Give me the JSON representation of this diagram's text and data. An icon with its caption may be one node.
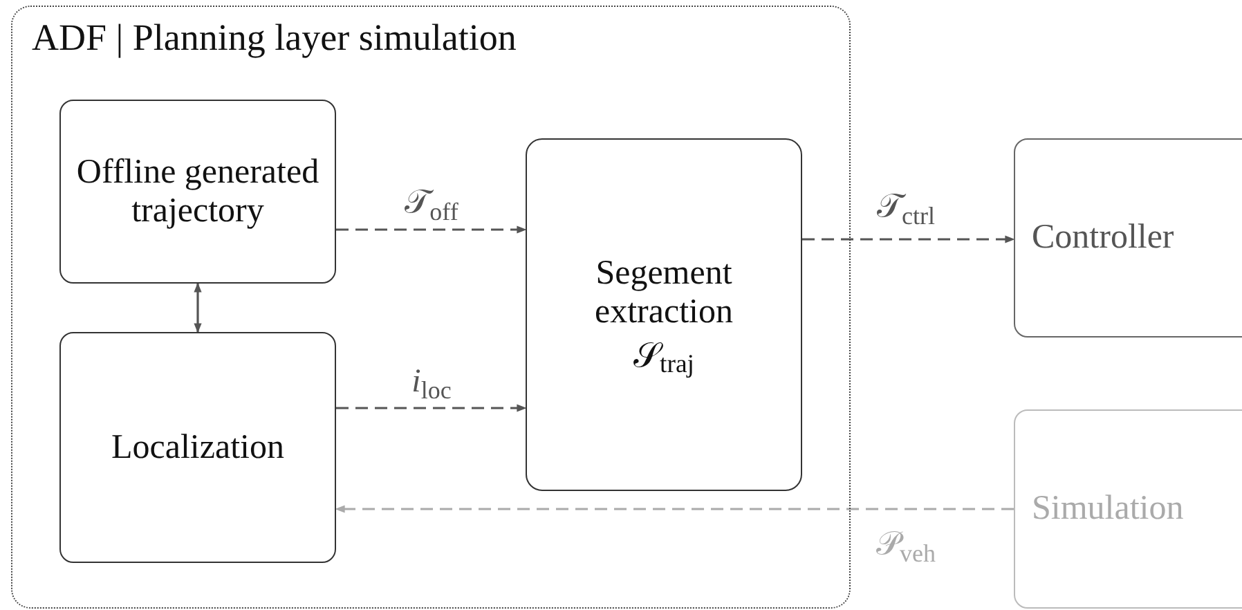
{
  "diagram": {
    "nodes": [
      {
        "text": [
          "ADF | Planning layer simulation"
        ]
      },
      {
        "text": [
          "Offline generated trajectory"
        ],
        "in": 0
      },
      {
        "text": [
          "Localization"
        ],
        "in": 0
      },
      {
        "text": [
          "Segement extraction",
          "𝒮$_{traj}$"
        ],
        "in": 0
      },
      {
        "text": [
          "Controller"
        ]
      },
      {
        "text": [
          "Simulation"
        ]
      }
    ],
    "edges": [
      {
        "from": 1,
        "to": 3,
        "arrow": "to",
        "label": "𝒯$_{off}$",
        "style": "dashed"
      },
      {
        "from": 1,
        "to": 2,
        "arrow": "both"
      },
      {
        "from": 2,
        "to": 3,
        "arrow": "to",
        "label": "*i*$_{loc}$",
        "style": "dashed"
      },
      {
        "from": 3,
        "to": 4,
        "arrow": "to",
        "label": "𝒯$_{ctrl}$",
        "style": "dashed"
      },
      {
        "from": 5,
        "to": 2,
        "arrow": "to",
        "label": "𝒫$_{veh}$",
        "style": "dashed",
        "color": "#aaaaaa"
      }
    ]
  }
}
